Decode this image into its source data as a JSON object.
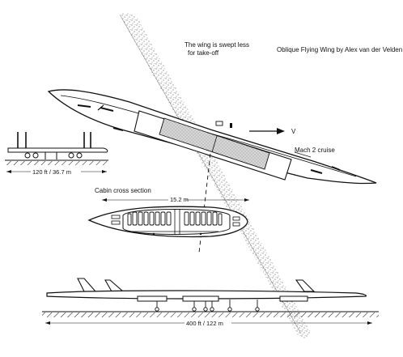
{
  "title": "Oblique Flying Wing by Alex van der Velden",
  "annotations": {
    "takeoff_note_line1": "The wing is swept less",
    "takeoff_note_line2": "for take-off",
    "velocity": "V",
    "cruise": "Mach 2 cruise",
    "cabin_section": "Cabin cross section"
  },
  "dimensions": {
    "span_side": "120 ft / 36.7 m",
    "cabin_width": "15.2 m",
    "length_bottom": "400 ft / 122 m"
  }
}
